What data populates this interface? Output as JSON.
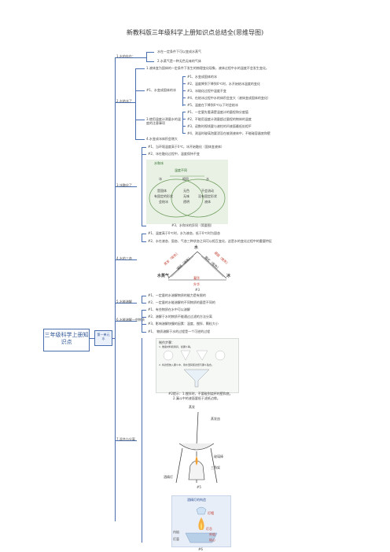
{
  "title": "新教科版三年级科学上册知识点总结全(思维导图)",
  "root": {
    "label": "三年级科学上册知识点"
  },
  "unit": {
    "label": "第一单元 水"
  },
  "sections": [
    {
      "label": "1.水的存在：",
      "items": [
        "水在一定条件下可以变成水蒸气",
        "2.水蒸气是一种无色无味的气体"
      ]
    },
    {
      "label": "2.水结冰了",
      "items": [
        "1.液体变为固体的一定条件下发生的物理变化现象，液体过程中水的温度不会发生变化。",
        "#1、水变成固体的冰",
        "#2、温度降到下降到0℃时，水开始结冰温度的变化",
        "#3、冰熔化过程中温度不变",
        "#4、在结冰过程中水的体积会变大（液体变成固体的变化）",
        "#5、温度在下降到0℃以下时会结冰",
        "3.使用温度计测量水的温度的注意事项",
        "#1、一定要先看清楚温度计的量程和分度值",
        "#2、不能用温度计测量超过量程的物体的温度",
        "#3、读数时视线要与液柱的凹液面最低处相平",
        "#4、测温时玻璃泡要浸没在被测液体中，不能碰容器底和壁",
        "4.水变成冰体积会增大"
      ]
    },
    {
      "label": "3.冰融化了",
      "items": [
        "#1、当环境温度高于0℃，冰开始融化（固体变液体）",
        "#2、冰在融化过程中，温度保持不变",
        "#3、冰融化吸热（融化图）"
      ]
    },
    {
      "label": "4.水的三态",
      "items": [
        "#1、温度高于0℃时，水为液态，低于0℃时为固态",
        "#2、水在液态、固态、气态三种状态之间可以相互变化，这是水的变化过程中的重要特征"
      ]
    },
    {
      "label": "5.水能溶解",
      "items": [
        "#1、一定量的水溶解物质的能力是有限的",
        "#2、一定量的水能溶解的不同物质的量是不同的"
      ]
    },
    {
      "label": "6.水能溶解一些物质",
      "items": [
        "#1、有些物质在水中可以溶解",
        "#2、溶解于水的物质不能通过过滤的方法分离",
        "#3、影响溶解快慢的因素：温度、搅拌、颗粒大小",
        "#1、  物质溶解于水的过程是一个可逆的过程"
      ]
    },
    {
      "label": "7.混合与分离",
      "items": []
    }
  ],
  "venn": {
    "title": "水和冰",
    "subtitle": "温度不同",
    "left": "冰",
    "center": "相同",
    "right": "水",
    "left_items": [
      "是固体",
      "有固定的形状",
      "会结冰"
    ],
    "center_items": [
      "无色",
      "无味",
      "透明"
    ],
    "right_items": [
      "不会流动",
      "没有固定形状",
      "液体"
    ],
    "caption": "#3、水和冰的异同（简要图）"
  },
  "cycle": {
    "top": "水",
    "left": "水蒸气",
    "right": "冰",
    "top_left_label": "蒸发（吸热）",
    "top_right_label": "凝固（放热）",
    "left_inner": "凝结（放热）",
    "right_inner": "融化（吸热）",
    "bottom_top": "凝华",
    "bottom_bottom": "升华",
    "caption": "#3"
  },
  "images": {
    "material_label": "制作步骤：",
    "material_steps": [
      "1. 准备材料和用具，如漏斗等。",
      "2. 将滤纸放入漏斗中，用水湿润使滤纸与漏斗贴合。"
    ],
    "filter_note_a": "#2提示：1.搅拌时，不要碰到烧杯的壁和底。",
    "filter_note_b": "2.漏斗中的液面要低于滤纸边缘。",
    "evap_title": "蒸发",
    "evap_labels": [
      "蒸发皿",
      "玻璃棒",
      "三角架",
      "酒精灯"
    ],
    "evap_caption": "#5",
    "lamp_title": "酒精灯的构造",
    "lamp_labels": [
      "灯帽",
      "灯芯",
      "灯壶",
      "外焰",
      "内焰",
      "焰心"
    ],
    "lamp_caption": "#6"
  }
}
